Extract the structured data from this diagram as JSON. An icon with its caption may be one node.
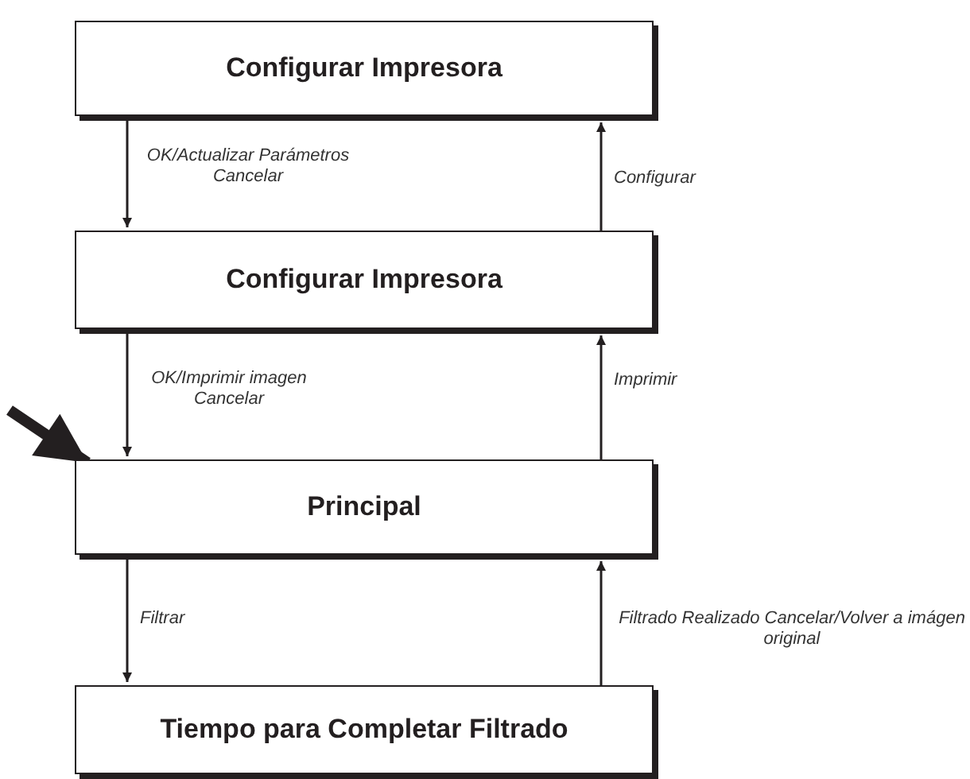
{
  "diagram": {
    "nodes": [
      {
        "text": [
          "Configurar Impresora"
        ]
      },
      {
        "text": [
          "Configurar Impresora"
        ]
      },
      {
        "text": [
          "Principal"
        ]
      },
      {
        "text": [
          "Tiempo para Completar Filtrado"
        ]
      }
    ],
    "edges": [
      {
        "from": 0,
        "to": 1,
        "arrow": "to",
        "label": "OK/Actualizar Parámetros Cancelar"
      },
      {
        "from": 1,
        "to": 0,
        "arrow": "to",
        "label": "Configurar"
      },
      {
        "from": 1,
        "to": 2,
        "arrow": "to",
        "label": "OK/Imprimir imagen Cancelar"
      },
      {
        "from": 2,
        "to": 1,
        "arrow": "to",
        "label": "Imprimir"
      },
      {
        "from": 2,
        "to": 3,
        "arrow": "to",
        "label": "Filtrar"
      },
      {
        "from": 3,
        "to": 2,
        "arrow": "to",
        "label": "Filtrado Realizado Cancelar/Volver a imágen original"
      },
      {
        "from": null,
        "to": 2,
        "arrow": "to",
        "style": "thick"
      }
    ]
  }
}
